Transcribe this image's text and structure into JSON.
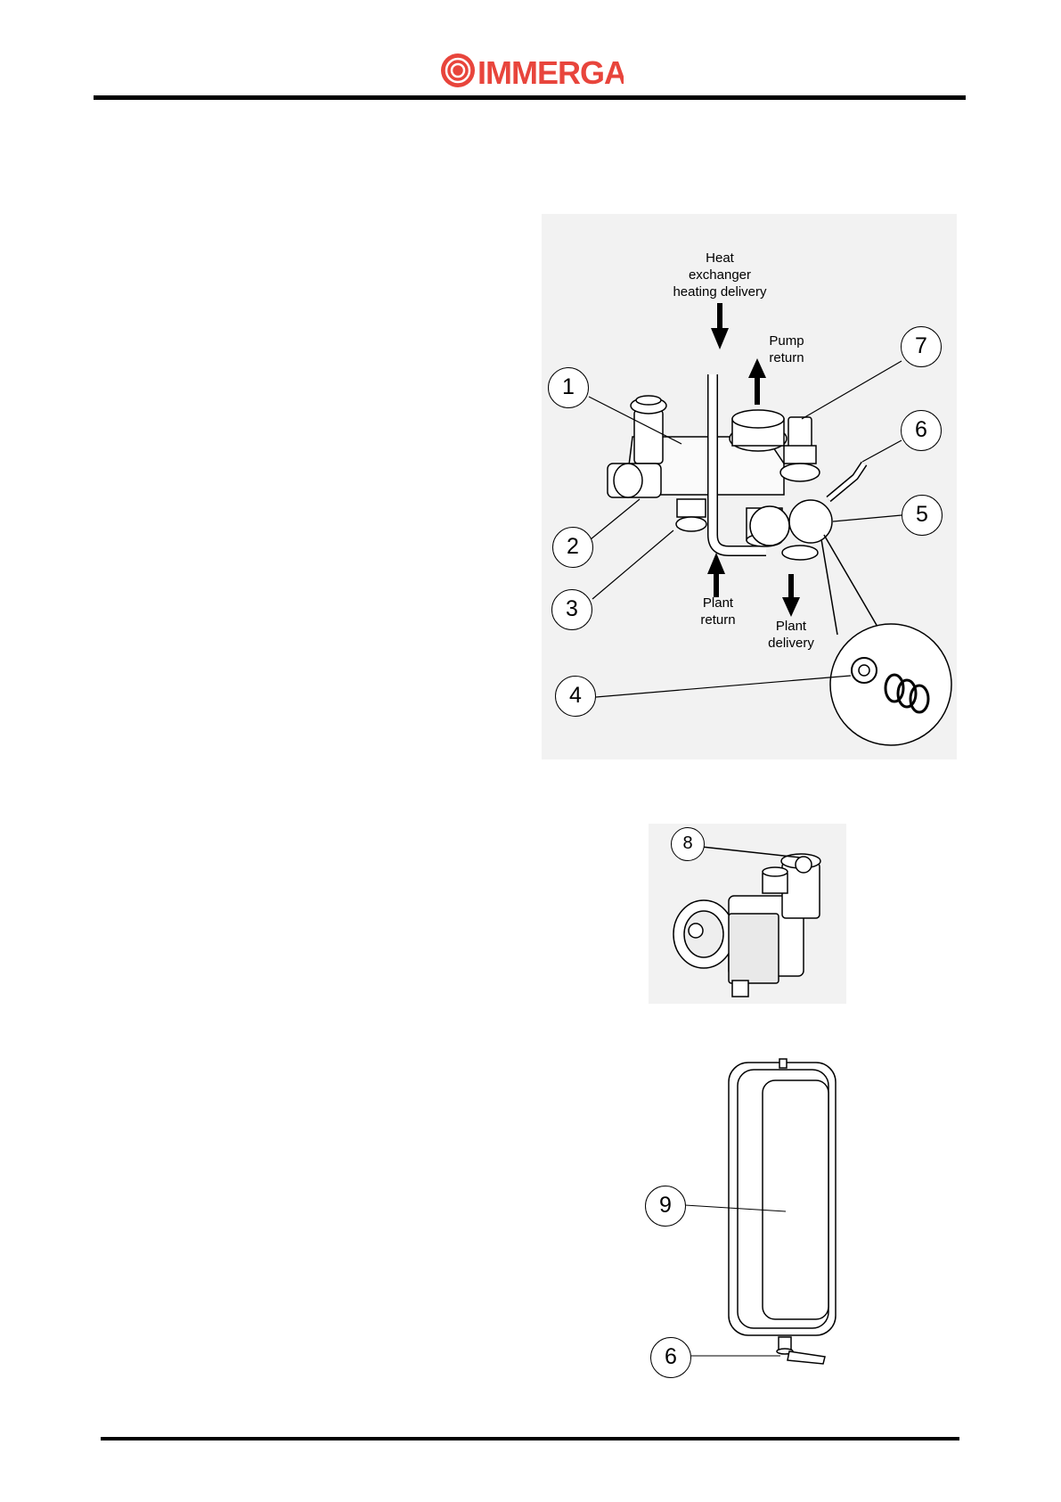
{
  "header": {
    "logo_text": "IMMERGAS",
    "logo_color": "#e8453c"
  },
  "figure_1": {
    "labels": {
      "heat_exchanger": "Heat\nexchanger\nheating delivery",
      "pump_return": "Pump\nreturn",
      "plant_return": "Plant\nreturn",
      "plant_delivery": "Plant\ndelivery"
    },
    "callouts": [
      "1",
      "2",
      "3",
      "4",
      "5",
      "6",
      "7"
    ]
  },
  "figure_2": {
    "callouts": [
      "8"
    ]
  },
  "figure_3": {
    "callouts": [
      "9",
      "6"
    ]
  }
}
